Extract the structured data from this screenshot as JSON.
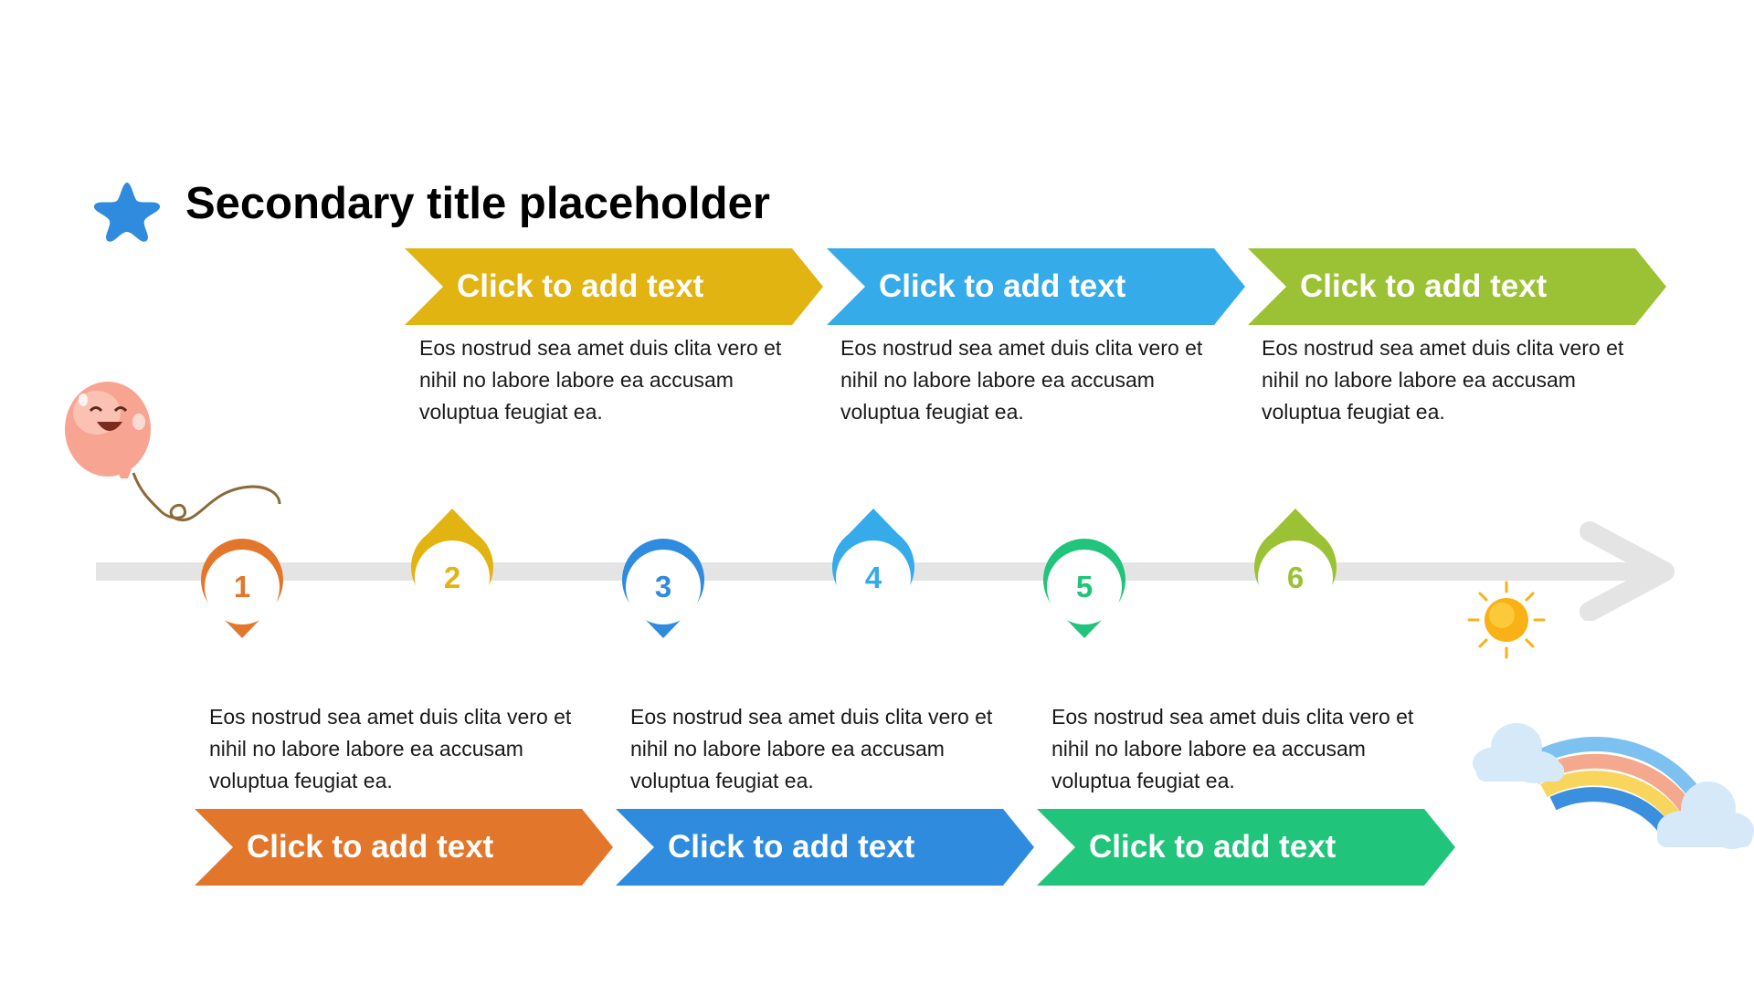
{
  "title": "Secondary title placeholder",
  "steps": [
    {
      "number": "1",
      "color": "#E2772B"
    },
    {
      "number": "2",
      "color": "#E2B412"
    },
    {
      "number": "3",
      "color": "#2E8BDE"
    },
    {
      "number": "4",
      "color": "#36ABEA"
    },
    {
      "number": "5",
      "color": "#20C47A"
    },
    {
      "number": "6",
      "color": "#9BC234"
    }
  ],
  "top_items": [
    {
      "label": "Click to add text",
      "text": "Eos nostrud sea amet duis clita vero et nihil no labore labore ea accusam voluptua feugiat ea.",
      "color": "#E2B412"
    },
    {
      "label": "Click to add text",
      "text": "Eos nostrud sea amet duis clita vero et nihil no labore labore ea accusam voluptua feugiat ea.",
      "color": "#36ABEA"
    },
    {
      "label": "Click to add text",
      "text": "Eos nostrud sea amet duis clita vero et nihil no labore labore ea accusam voluptua feugiat ea.",
      "color": "#9BC234"
    }
  ],
  "bottom_items": [
    {
      "label": "Click to add text",
      "text": "Eos nostrud sea amet duis clita vero et nihil no labore labore ea accusam voluptua feugiat ea.",
      "color": "#E2772B"
    },
    {
      "label": "Click to add text",
      "text": "Eos nostrud sea amet duis clita vero et nihil no labore labore ea accusam voluptua feugiat ea.",
      "color": "#2E8BDE"
    },
    {
      "label": "Click to add text",
      "text": "Eos nostrud sea amet duis clita vero et nihil no labore labore ea accusam voluptua feugiat ea.",
      "color": "#20C47A"
    }
  ],
  "icons": {
    "title_marker": "star-icon",
    "balloon": "balloon-icon",
    "sun": "sun-icon",
    "rainbow": "rainbow-icon",
    "arrow": "timeline-arrow"
  },
  "colors": {
    "timeline": "#E4E4E4",
    "star": "#2E8BDE"
  }
}
